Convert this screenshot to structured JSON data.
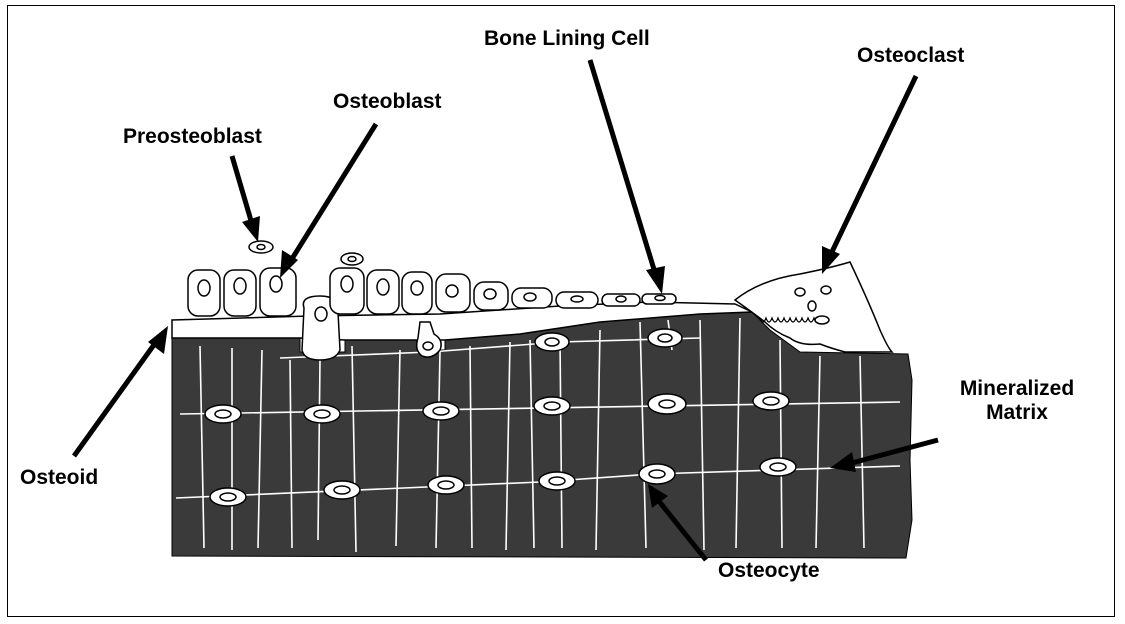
{
  "diagram": {
    "labels": {
      "bone_lining_cell": "Bone Lining Cell",
      "osteoclast": "Osteoclast",
      "osteoblast": "Osteoblast",
      "preosteoblast": "Preosteoblast",
      "mineralized_matrix": "Mineralized\nMatrix",
      "osteoid": "Osteoid",
      "osteocyte": "Osteocyte"
    },
    "colors": {
      "matrix": "#3a3a3a",
      "cell_fill": "#ffffff",
      "outline": "#000000",
      "canaliculi": "#ffffff"
    }
  }
}
